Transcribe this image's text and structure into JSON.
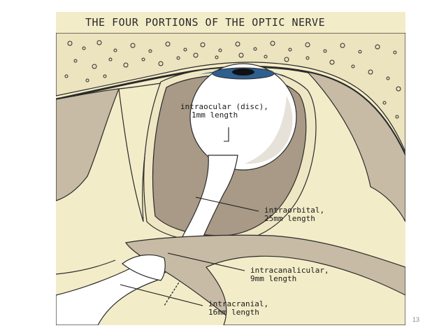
{
  "figure": {
    "title": "THE FOUR PORTIONS OF THE OPTIC NERVE",
    "labels": {
      "intraocular": {
        "name": "intraocular (disc),",
        "length": "1mm length"
      },
      "intraorbital": {
        "name": "intraorbital,",
        "length": "25mm length"
      },
      "intracanalicular": {
        "name": "intracanalicular,",
        "length": "9mm length"
      },
      "intracranial": {
        "name": "intracranial,",
        "length": "16mm length"
      }
    },
    "colors": {
      "background": "#f3ecc8",
      "orbit_fat": "#a89a86",
      "bone_band": "#c7bba5",
      "skull": "#ece3bf",
      "eyeball": "#ffffff",
      "iris": "#2e5f8f",
      "outline": "#2a2a2a"
    }
  },
  "slide": {
    "page_number": "13"
  }
}
